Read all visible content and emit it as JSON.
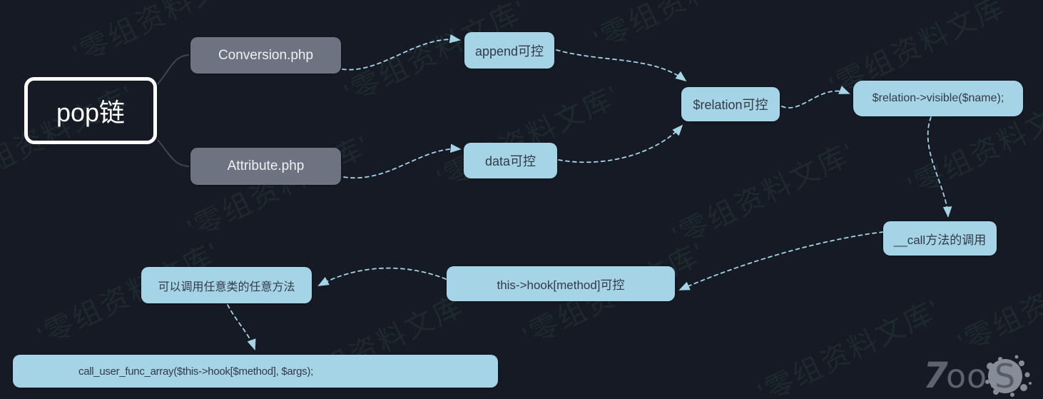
{
  "diagram": {
    "root": {
      "label": "pop链"
    },
    "nodes": [
      {
        "id": "conversion",
        "label": "Conversion.php",
        "type": "file"
      },
      {
        "id": "attribute",
        "label": "Attribute.php",
        "type": "file"
      },
      {
        "id": "append",
        "label": "append可控",
        "type": "step"
      },
      {
        "id": "data",
        "label": "data可控",
        "type": "step"
      },
      {
        "id": "relation",
        "label": "$relation可控",
        "type": "step"
      },
      {
        "id": "visible",
        "label": "$relation->visible($name);",
        "type": "step"
      },
      {
        "id": "call",
        "label": "__call方法的调用",
        "type": "step"
      },
      {
        "id": "hook",
        "label": "this->hook[method]可控",
        "type": "step"
      },
      {
        "id": "anycall",
        "label": "可以调用任意类的任意方法",
        "type": "step"
      },
      {
        "id": "cufa",
        "label": "call_user_func_array($this->hook[$method], $args);",
        "type": "step"
      }
    ],
    "edges": [
      {
        "from": "root",
        "to": "conversion",
        "style": "solid"
      },
      {
        "from": "root",
        "to": "attribute",
        "style": "solid"
      },
      {
        "from": "conversion",
        "to": "append",
        "style": "dashed-arrow"
      },
      {
        "from": "append",
        "to": "relation",
        "style": "dashed-arrow"
      },
      {
        "from": "attribute",
        "to": "data",
        "style": "dashed-arrow"
      },
      {
        "from": "data",
        "to": "relation",
        "style": "dashed-arrow"
      },
      {
        "from": "relation",
        "to": "visible",
        "style": "dashed-arrow"
      },
      {
        "from": "visible",
        "to": "call",
        "style": "dashed-arrow"
      },
      {
        "from": "call",
        "to": "hook",
        "style": "dashed-arrow"
      },
      {
        "from": "hook",
        "to": "anycall",
        "style": "dashed-arrow"
      },
      {
        "from": "anycall",
        "to": "cufa",
        "style": "dashed-arrow"
      }
    ]
  },
  "watermark": {
    "text": "'零组资料文库'"
  },
  "logo": {
    "text": "7oolS"
  },
  "colors": {
    "background": "#151a24",
    "node_blue": "#a6d4e7",
    "node_blue_text": "#333a46",
    "node_gray": "#6d7380",
    "node_gray_text": "#eef1f5",
    "root_border": "#ffffff",
    "edge_dashed": "#a6d4e7",
    "edge_solid": "#3c4656",
    "watermark": "rgba(125,195,155,0.09)",
    "logo_gray": "#5b6270"
  }
}
